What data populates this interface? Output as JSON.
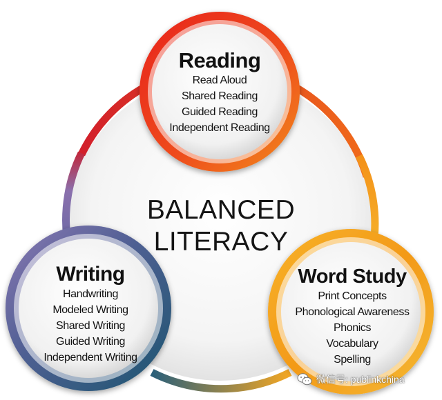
{
  "diagram": {
    "center_label": [
      "BALANCED",
      "LITERACY"
    ],
    "nodes": [
      {
        "id": "reading",
        "title": "Reading",
        "items": [
          "Read Aloud",
          "Shared Reading",
          "Guided Reading",
          "Independent Reading"
        ],
        "ring_color": "#e8231d",
        "ring_color_2": "#f07a1b"
      },
      {
        "id": "writing",
        "title": "Writing",
        "items": [
          "Handwriting",
          "Modeled Writing",
          "Shared Writing",
          "Guided Writing",
          "Independent Writing"
        ],
        "ring_color": "#7a6aa8",
        "ring_color_2": "#1f5a7a"
      },
      {
        "id": "word-study",
        "title": "Word Study",
        "items": [
          "Print Concepts",
          "Phonological Awareness",
          "Phonics",
          "Vocabulary",
          "Spelling"
        ],
        "ring_color": "#f5a21b",
        "ring_color_2": "#f0b42a"
      }
    ]
  },
  "watermark": {
    "text": "微信号: publinkchina",
    "icon": "wechat-icon"
  }
}
